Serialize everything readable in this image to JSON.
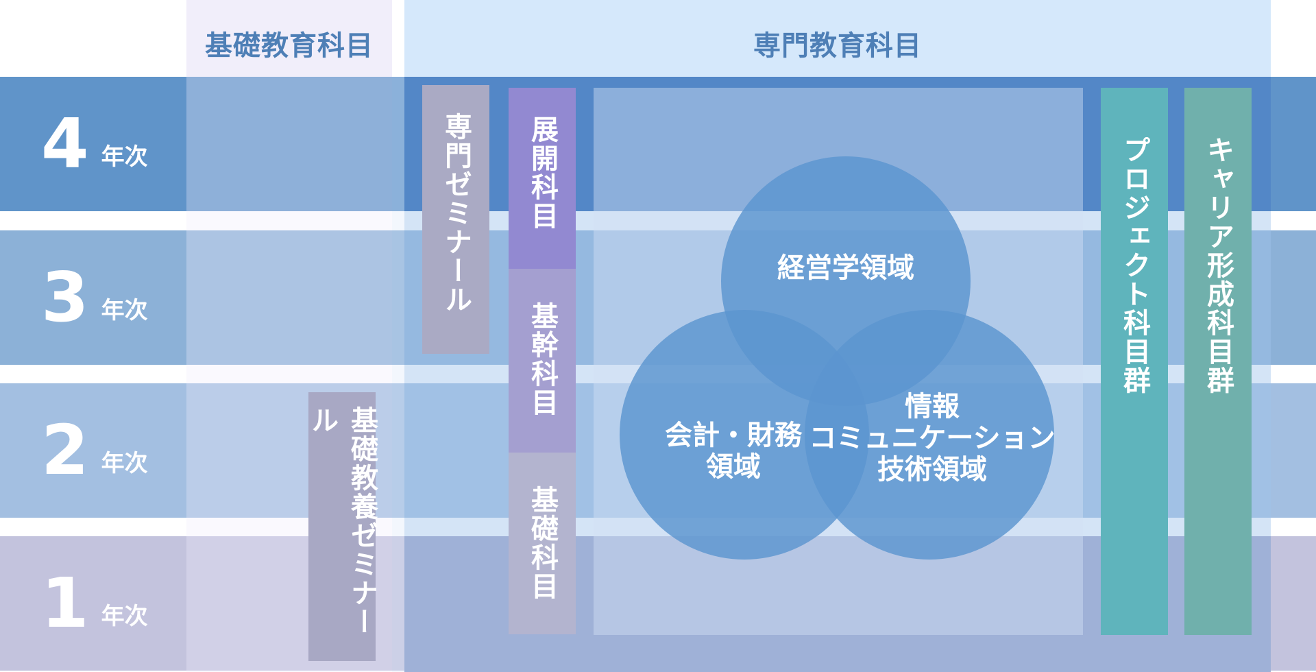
{
  "header": {
    "basic_col_title": "基礎教育科目",
    "spec_col_title": "専門教育科目"
  },
  "years": [
    {
      "num": "4",
      "suffix": "年次"
    },
    {
      "num": "3",
      "suffix": "年次"
    },
    {
      "num": "2",
      "suffix": "年次"
    },
    {
      "num": "1",
      "suffix": "年次"
    }
  ],
  "boxes": {
    "senmon_seminar": "専門ゼミナール",
    "tenkai": "展開科目",
    "kikan": "基幹科目",
    "kiso": "基礎科目",
    "kiso_seminar": "基礎教養ゼミナール",
    "project": "プロジェクト科目群",
    "career": "キャリア形成科目群"
  },
  "venn": {
    "management": "経営学領域",
    "accounting_line1": "会計・財務",
    "accounting_line2": "領域",
    "info_line1": "情報",
    "info_line2": "コミュニケーション",
    "info_line3": "技術領域"
  },
  "colors": {
    "band_4": "#6094c9",
    "band_3": "#8cb1d7",
    "band_2": "#a3bfe1",
    "band_1": "#c3c3dd",
    "circle": "#5b95cf",
    "header_text": "#4e7fb6"
  }
}
